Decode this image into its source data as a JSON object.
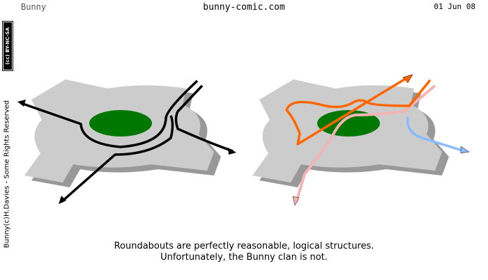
{
  "header": {
    "title": "Bunny",
    "site": "bunny-comic.com",
    "date": "01 Jun 08"
  },
  "license_badge": "(cc) BY-NC-SA",
  "credit": "Bunny(c)H.Davies - Some Rights Reserved",
  "caption": {
    "line1": "Roundabouts are perfectly reasonable, logical structures.",
    "line2": "Unfortunately, the Bunny clan is not."
  },
  "colors": {
    "road": "#cccccc",
    "road_shadow": "#999999",
    "island": "#007700",
    "black_route": "#000000",
    "orange_route": "#ff6600",
    "pink_route": "#f4b4b4",
    "blue_route": "#88bbff"
  }
}
